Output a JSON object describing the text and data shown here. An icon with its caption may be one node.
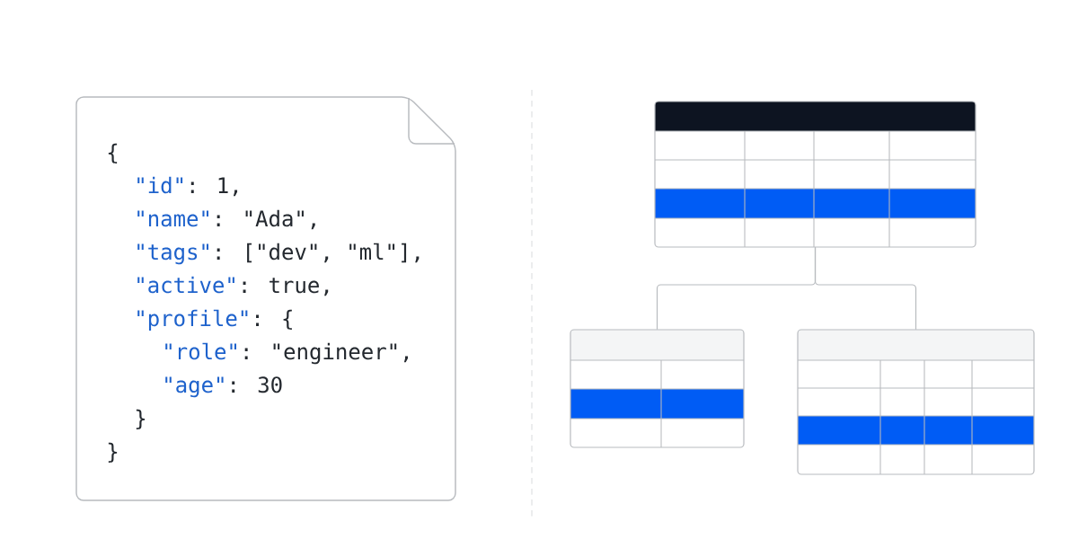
{
  "diagram": {
    "nodes": [
      {
        "text": [
          "{",
          "\"id\"",
          ": 1,",
          "\"name\"",
          ": \"Ada\",",
          "\"tags\"",
          ": [\"dev\", \"ml\"],",
          "\"active\"",
          ": true,",
          "\"profile\"",
          ": {",
          "\"role\"",
          ": \"engineer\",",
          "\"age\"",
          ": 30",
          "}",
          "}"
        ]
      },
      {
        "text": [],
        "shape": "table"
      },
      {
        "text": [],
        "shape": "table"
      },
      {
        "text": [],
        "shape": "table"
      }
    ],
    "edges": [
      {
        "from": 1,
        "to": 2,
        "arrow": "none"
      },
      {
        "from": 1,
        "to": 3,
        "arrow": "none"
      }
    ]
  }
}
